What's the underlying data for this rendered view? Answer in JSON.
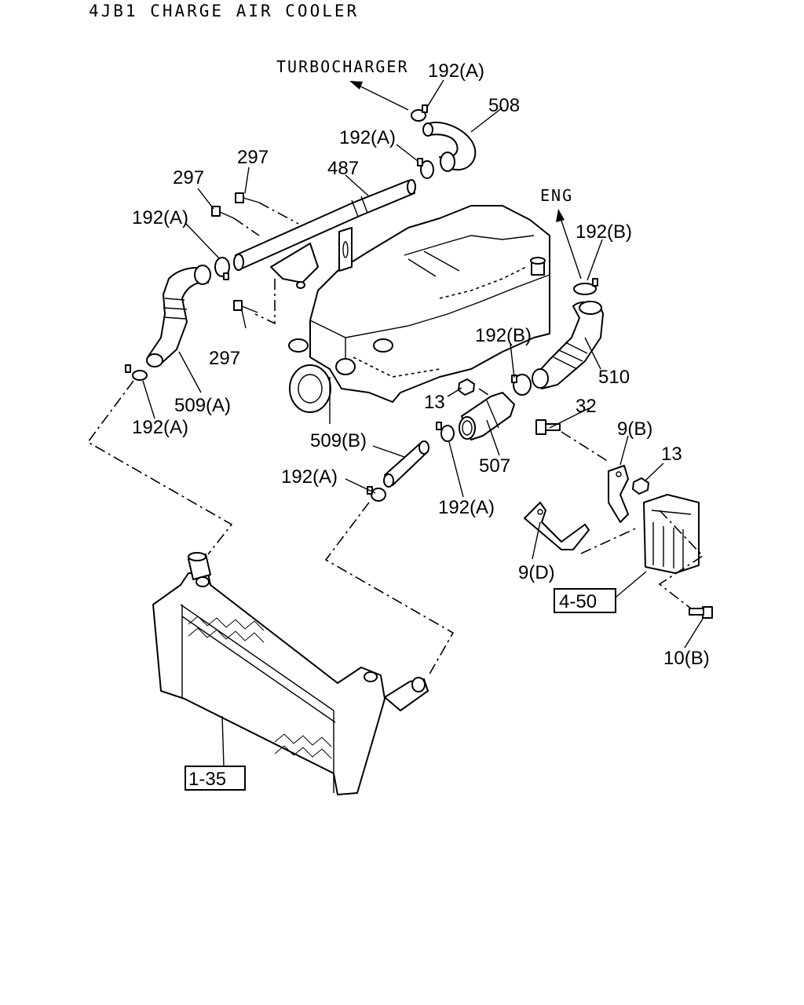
{
  "title": "4JB1 CHARGE AIR COOLER",
  "direction_labels": {
    "turbocharger": "TURBOCHARGER",
    "engine": "ENG"
  },
  "callouts": {
    "c192a_top": "192(A)",
    "c508": "508",
    "c192a_487": "192(A)",
    "c487": "487",
    "c297_a": "297",
    "c297_b": "297",
    "c192a_left": "192(A)",
    "c297_c": "297",
    "c509a": "509(A)",
    "c192a_509a": "192(A)",
    "c192b_top": "192(B)",
    "c192b_mid": "192(B)",
    "c510": "510",
    "c13_a": "13",
    "c32": "32",
    "c509b": "509(B)",
    "c507": "507",
    "c9b": "9(B)",
    "c13_b": "13",
    "c192a_509b": "192(A)",
    "c192a_507": "192(A)",
    "c9d": "9(D)",
    "c10b": "10(B)"
  },
  "reference_boxes": {
    "ref_4_50": "4-50",
    "ref_1_35": "1-35"
  }
}
